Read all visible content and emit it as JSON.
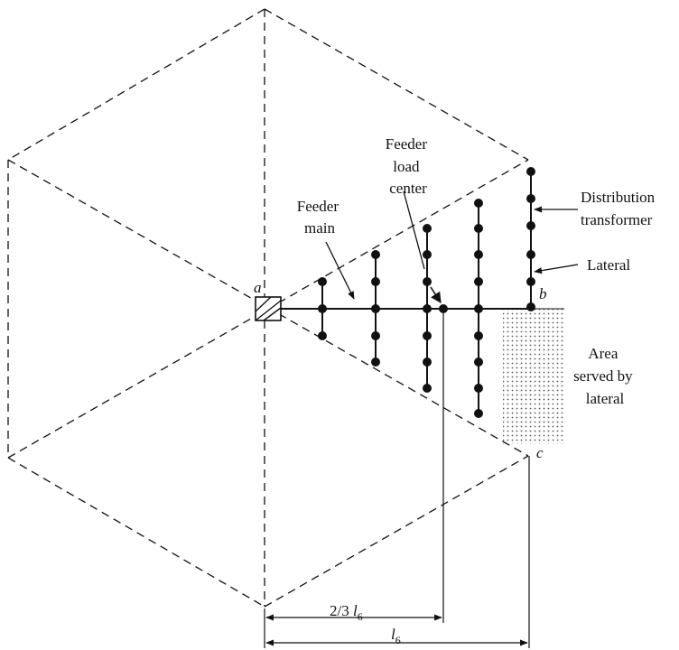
{
  "diagram": {
    "labels": {
      "feeder_load_center": [
        "Feeder",
        "load",
        "center"
      ],
      "feeder_main": [
        "Feeder",
        "main"
      ],
      "distribution_transformer": [
        "Distribution",
        "transformer"
      ],
      "lateral": "Lateral",
      "area_served": [
        "Area",
        "served by",
        "lateral"
      ],
      "point_a": "a",
      "point_b": "b",
      "point_c": "c"
    },
    "dimensions": {
      "two_thirds_prefix": "2/3 ",
      "l_symbol": "l",
      "subscript": "6"
    },
    "colors": {
      "line": "#111111",
      "hatch_fill": "#555555"
    }
  }
}
